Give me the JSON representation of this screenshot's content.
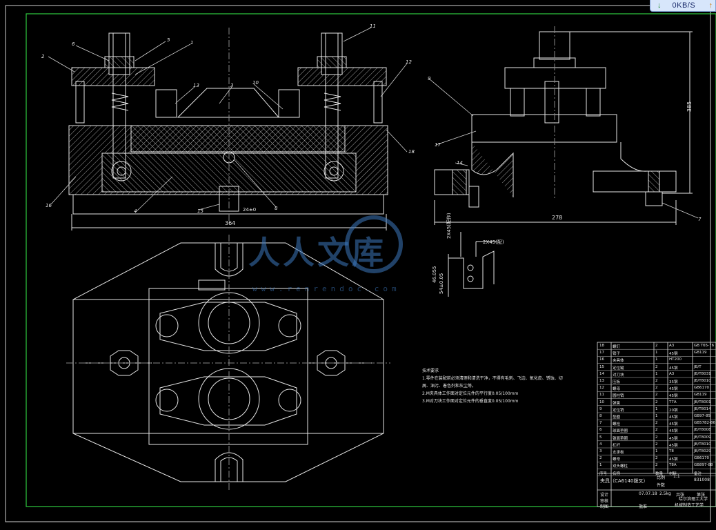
{
  "speed_widget": {
    "down_arrow": "↓",
    "rate": "0KB/S",
    "up_arrow": "↑"
  },
  "watermark": {
    "text": "人人文库",
    "url": "www.renrendoc.com"
  },
  "dimensions": {
    "front_width": "364",
    "side_width": "278",
    "side_height": "385",
    "bottom_small": "24±0",
    "bracket_dim1": "2X45(配)",
    "bracket_dim2": "2X45(配作)",
    "bracket_dim3": "46.055",
    "bracket_dim4": "54±0.05"
  },
  "callouts": [
    "2",
    "6",
    "5",
    "1",
    "11",
    "12",
    "13",
    "3",
    "10",
    "18",
    "16",
    "4",
    "15",
    "8",
    "9",
    "17",
    "14",
    "7"
  ],
  "tech_notes": {
    "title": "技术要求",
    "lines": [
      "1.零件在装配前必须清理和清洗干净，不得有毛刺、飞边、氧化皮、锈蚀、切",
      "屑、油污、着色剂和灰尘等。",
      "2.M夹具体工作面对定位元件的平行度0.05/100mm",
      "3.M对刀块工作面对定位元件的垂直度0.05/100mm"
    ]
  },
  "bom": {
    "rows": [
      [
        "18",
        "螺钉",
        "2",
        "A3",
        "GB T65-76"
      ],
      [
        "17",
        "销子",
        "1",
        "45钢",
        "GB119"
      ],
      [
        "16",
        "夹具体",
        "1",
        "HT200",
        ""
      ],
      [
        "15",
        "定位键",
        "2",
        "45钢",
        "JB/T"
      ],
      [
        "14",
        "对刀块",
        "1",
        "A3",
        "JB/T8031"
      ],
      [
        "13",
        "压板",
        "2",
        "35钢",
        "JB/T8010"
      ],
      [
        "12",
        "螺母",
        "2",
        "45钢",
        "GB6170"
      ],
      [
        "11",
        "圆柱销",
        "2",
        "45钢",
        "GB119"
      ],
      [
        "10",
        "弹簧",
        "2",
        "T7A",
        "JB/T8001"
      ],
      [
        "9",
        "定位销",
        "1",
        "20钢",
        "JB/T8014"
      ],
      [
        "8",
        "垫圈",
        "1",
        "45钢",
        "GB97-85"
      ],
      [
        "7",
        "螺栓",
        "2",
        "45钢",
        "GB5782-86"
      ],
      [
        "6",
        "球面垫圈",
        "2",
        "45钢",
        "JB/T8008"
      ],
      [
        "5",
        "锥面垫圈",
        "2",
        "45钢",
        "JB/T8009"
      ],
      [
        "4",
        "杠杆",
        "2",
        "45钢",
        "JB/T8010"
      ],
      [
        "3",
        "支承板",
        "1",
        "T8",
        "JB/T8029"
      ],
      [
        "2",
        "螺母",
        "2",
        "45钢",
        "GB6170"
      ],
      [
        "1",
        "双头螺柱",
        "2",
        "T8A",
        "GB897-88"
      ]
    ],
    "header": [
      "序号",
      "名称",
      "数量",
      "材料",
      "备注"
    ],
    "title_block": {
      "drawing_name": "夹具（CA6140拨叉）",
      "scale_label": "比例",
      "scale": "1:1",
      "qty_label": "件数",
      "code": "831008",
      "designer_label": "设计",
      "date": "07.07.18",
      "weight": "2.5kg",
      "sheet_label": "共张",
      "sheet_label2": "第张",
      "checker_label": "审核",
      "school": "哈尔滨理工大学",
      "dept": "机械制造工艺学",
      "maker_label": "制图",
      "approver_label": "批准"
    }
  }
}
